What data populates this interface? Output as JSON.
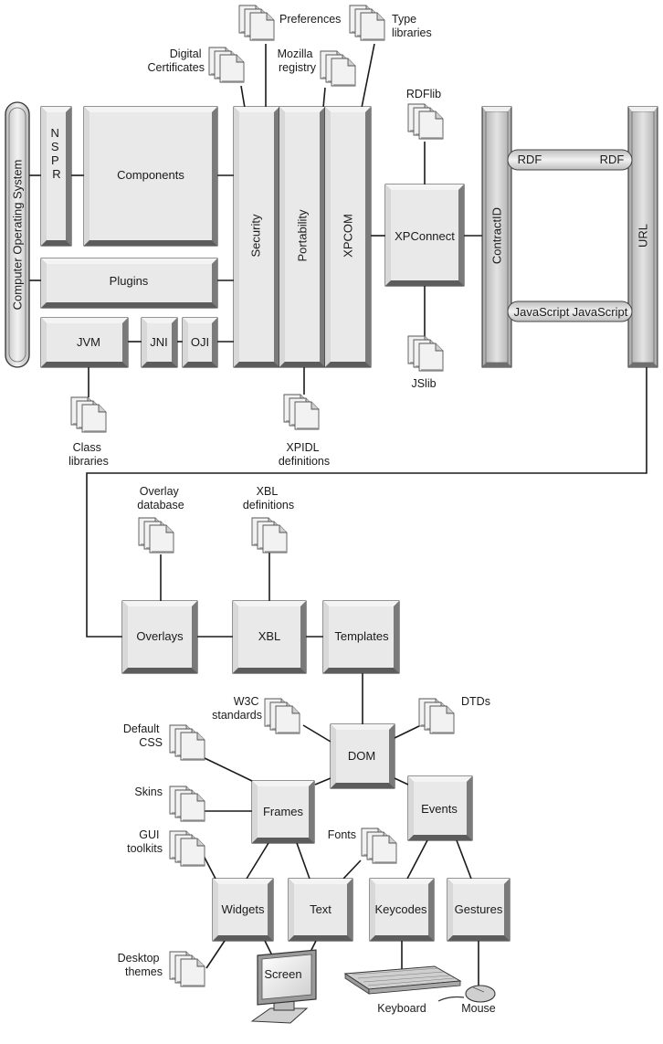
{
  "os_label": "Computer Operating System",
  "nspr": "NSPR",
  "components": "Components",
  "plugins": "Plugins",
  "jvm": "JVM",
  "jni": "JNI",
  "oji": "OJI",
  "security": "Security",
  "portability": "Portability",
  "xpcom": "XPCOM",
  "xpconnect": "XPConnect",
  "contractid": "ContractID",
  "url": "URL",
  "rdf_left": "RDF",
  "rdf_right": "RDF",
  "js_left": "JavaScript",
  "js_right": "JavaScript",
  "docs": {
    "preferences": "Preferences",
    "type_libraries": [
      "Type",
      "libraries"
    ],
    "digital_certificates": [
      "Digital",
      "Certificates"
    ],
    "mozilla_registry": [
      "Mozilla",
      "registry"
    ],
    "rdflib": "RDFlib",
    "jslib": "JSlib",
    "class_libraries": [
      "Class",
      "libraries"
    ],
    "xpidl_definitions": [
      "XPIDL",
      "definitions"
    ],
    "overlay_database": [
      "Overlay",
      "database"
    ],
    "xbl_definitions": [
      "XBL",
      "definitions"
    ],
    "w3c_standards": [
      "W3C",
      "standards"
    ],
    "dtds": "DTDs",
    "default_css": [
      "Default",
      "CSS"
    ],
    "skins": "Skins",
    "gui_toolkits": [
      "GUI",
      "toolkits"
    ],
    "fonts": "Fonts",
    "desktop_themes": [
      "Desktop",
      "themes"
    ]
  },
  "overlays": "Overlays",
  "xbl": "XBL",
  "templates": "Templates",
  "dom": "DOM",
  "frames": "Frames",
  "events": "Events",
  "widgets": "Widgets",
  "text": "Text",
  "keycodes": "Keycodes",
  "gestures": "Gestures",
  "screen": "Screen",
  "keyboard": "Keyboard",
  "mouse": "Mouse"
}
